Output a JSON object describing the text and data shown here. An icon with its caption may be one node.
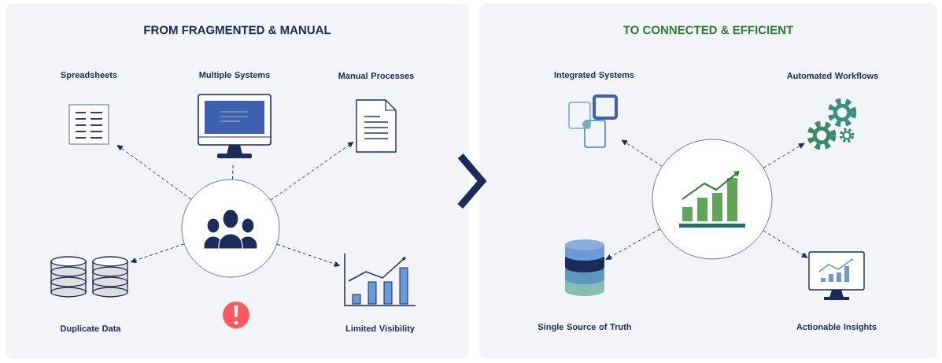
{
  "diagram": {
    "nodes": [
      {
        "text": [
          "FROM FRAGMENTED & MANUAL"
        ]
      },
      {
        "text": [],
        "shape": "circle",
        "in": 0
      },
      {
        "text": [
          "Spreadsheets"
        ],
        "in": 0
      },
      {
        "text": [
          "Multiple Systems"
        ],
        "in": 0
      },
      {
        "text": [
          "Manual Processes"
        ],
        "in": 0
      },
      {
        "text": [
          "Duplicate Data"
        ],
        "in": 0
      },
      {
        "text": [
          "Limited Visibility"
        ],
        "in": 0
      },
      {
        "text": [
          "TO CONNECTED & EFFICIENT"
        ]
      },
      {
        "text": [],
        "shape": "circle",
        "in": 7
      },
      {
        "text": [
          "Integrated Systems"
        ],
        "in": 7
      },
      {
        "text": [
          "Automated Workflows"
        ],
        "in": 7
      },
      {
        "text": [
          "Single Source of Truth"
        ],
        "in": 7
      },
      {
        "text": [
          "Actionable Insights"
        ],
        "in": 7
      }
    ],
    "edges": [
      {
        "from": 1,
        "to": 2,
        "arrow": "to",
        "style": "dashed"
      },
      {
        "from": 1,
        "to": 3,
        "arrow": "none",
        "style": "dashed"
      },
      {
        "from": 1,
        "to": 4,
        "arrow": "to",
        "style": "dashed"
      },
      {
        "from": 1,
        "to": 5,
        "arrow": "to",
        "style": "dashed"
      },
      {
        "from": 1,
        "to": 6,
        "arrow": "to",
        "style": "dashed"
      },
      {
        "from": 0,
        "to": 7,
        "arrow": "to",
        "style": "thick"
      },
      {
        "from": 8,
        "to": 9,
        "arrow": "to",
        "style": "dashed"
      },
      {
        "from": 8,
        "to": 10,
        "arrow": "to",
        "style": "dashed"
      },
      {
        "from": 8,
        "to": 11,
        "arrow": "to",
        "style": "dashed"
      },
      {
        "from": 8,
        "to": 12,
        "arrow": "to",
        "style": "dashed"
      }
    ]
  }
}
